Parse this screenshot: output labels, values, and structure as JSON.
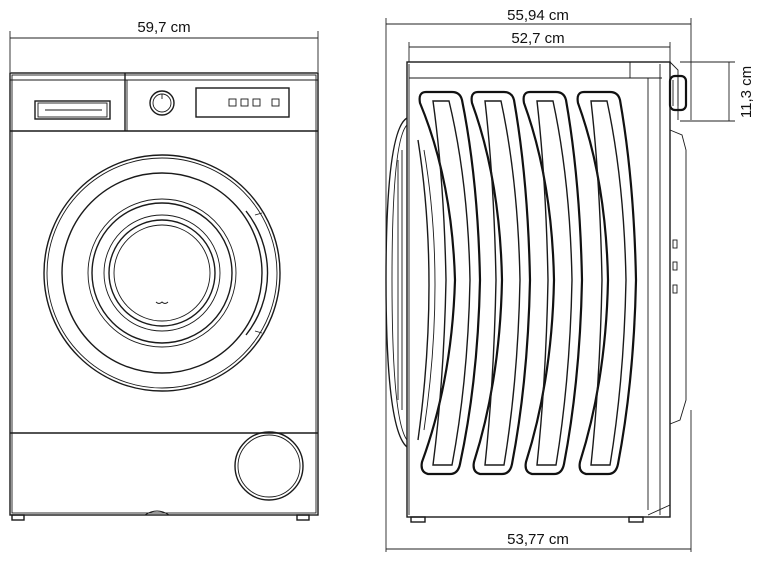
{
  "dimensions": {
    "front_width": "59,7 cm",
    "side_depth_total": "55,94 cm",
    "side_depth_body": "52,7 cm",
    "side_depth_base": "53,77 cm",
    "door_protrusion": "11,3 cm"
  },
  "colors": {
    "line": "#1a1a1a",
    "background": "#ffffff"
  }
}
